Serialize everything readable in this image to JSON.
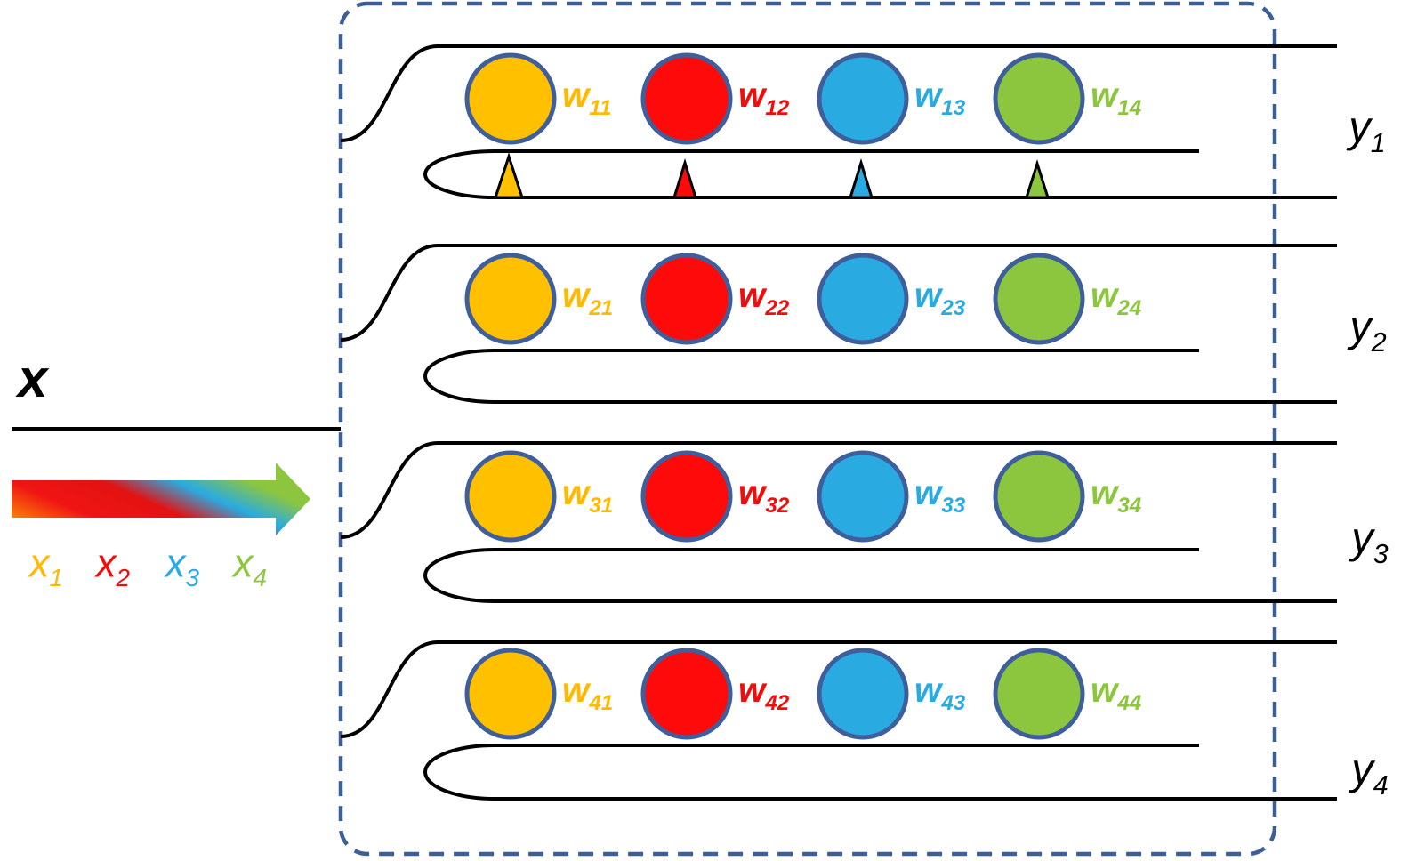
{
  "diagram": {
    "input_vector_label": "x",
    "inputs": [
      {
        "main": "x",
        "sub": "1"
      },
      {
        "main": "x",
        "sub": "2"
      },
      {
        "main": "x",
        "sub": "3"
      },
      {
        "main": "x",
        "sub": "4"
      }
    ],
    "outputs": [
      {
        "main": "y",
        "sub": "1"
      },
      {
        "main": "y",
        "sub": "2"
      },
      {
        "main": "y",
        "sub": "3"
      },
      {
        "main": "y",
        "sub": "4"
      }
    ],
    "weights": [
      [
        {
          "main": "w",
          "sub": "11"
        },
        {
          "main": "w",
          "sub": "12"
        },
        {
          "main": "w",
          "sub": "13"
        },
        {
          "main": "w",
          "sub": "14"
        }
      ],
      [
        {
          "main": "w",
          "sub": "21"
        },
        {
          "main": "w",
          "sub": "22"
        },
        {
          "main": "w",
          "sub": "23"
        },
        {
          "main": "w",
          "sub": "24"
        }
      ],
      [
        {
          "main": "w",
          "sub": "31"
        },
        {
          "main": "w",
          "sub": "32"
        },
        {
          "main": "w",
          "sub": "33"
        },
        {
          "main": "w",
          "sub": "34"
        }
      ],
      [
        {
          "main": "w",
          "sub": "41"
        },
        {
          "main": "w",
          "sub": "42"
        },
        {
          "main": "w",
          "sub": "43"
        },
        {
          "main": "w",
          "sub": "44"
        }
      ]
    ]
  },
  "colors": {
    "channel_fills": [
      "#FFC000",
      "#FE0A0A",
      "#29ABE2",
      "#8CC63F"
    ],
    "label_colors": [
      "#FFB900",
      "#F40B0B",
      "#29ABE2",
      "#8CC63F"
    ],
    "ring_outline": "#3F5E9C",
    "boundary_dash": "#3D5F97",
    "waveguide": "#000000",
    "arrow_gradient": [
      "#FFB400",
      "#F01414",
      "#E31212",
      "#29ABE2",
      "#8CC63F"
    ]
  }
}
